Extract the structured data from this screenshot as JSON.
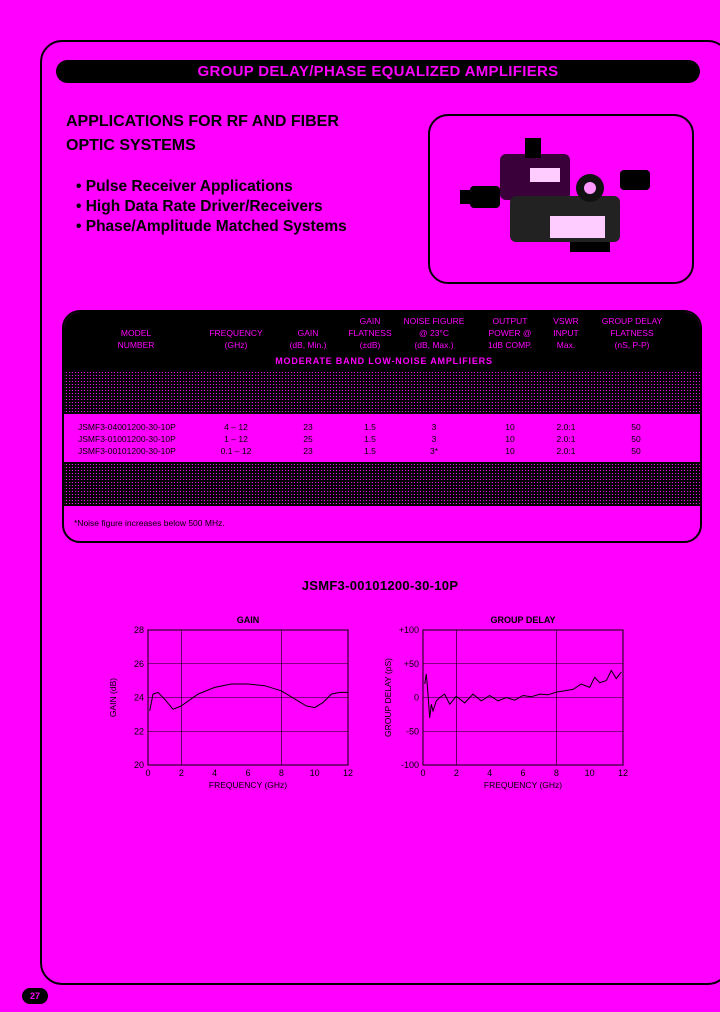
{
  "banner": "GROUP DELAY/PHASE EQUALIZED AMPLIFIERS",
  "heading": {
    "line1": "APPLICATIONS FOR RF AND FIBER",
    "line2": "OPTIC SYSTEMS"
  },
  "applications": [
    "Pulse Receiver Applications",
    "High Data Rate Driver/Receivers",
    "Phase/Amplitude Matched Systems"
  ],
  "table": {
    "headers": [
      {
        "lines": [
          "MODEL",
          "NUMBER"
        ]
      },
      {
        "lines": [
          "FREQUENCY",
          "(GHz)"
        ]
      },
      {
        "lines": [
          "GAIN",
          "(dB, Min.)"
        ]
      },
      {
        "lines": [
          "GAIN",
          "FLATNESS",
          "(±dB)"
        ]
      },
      {
        "lines": [
          "NOISE FIGURE",
          "@ 23°C",
          "(dB, Max.)"
        ]
      },
      {
        "lines": [
          "OUTPUT",
          "POWER @",
          "1dB COMP."
        ]
      },
      {
        "lines": [
          "VSWR",
          "INPUT",
          "Max."
        ]
      },
      {
        "lines": [
          "GROUP DELAY",
          "FLATNESS",
          "(nS, P-P)"
        ]
      }
    ],
    "section": "MODERATE BAND LOW-NOISE AMPLIFIERS",
    "rows": [
      [
        "JSMF3-04001200-30-10P",
        "4 – 12",
        "23",
        "1.5",
        "3",
        "10",
        "2.0:1",
        "50"
      ],
      [
        "JSMF3-01001200-30-10P",
        "1 – 12",
        "25",
        "1.5",
        "3",
        "10",
        "2.0:1",
        "50"
      ],
      [
        "JSMF3-00101200-30-10P",
        "0.1 – 12",
        "23",
        "1.5",
        "3*",
        "10",
        "2.0:1",
        "50"
      ]
    ],
    "footnote": "*Noise figure increases below 500 MHz."
  },
  "chart_title": "JSMF3-00101200-30-10P",
  "chart_data": [
    {
      "type": "line",
      "title": "GAIN",
      "xlabel": "FREQUENCY (GHz)",
      "ylabel": "GAIN (dB)",
      "xlim": [
        0,
        12
      ],
      "ylim": [
        20,
        28
      ],
      "xticks": [
        "0",
        "2",
        "4",
        "6",
        "8",
        "10",
        "12"
      ],
      "yticks": [
        "28",
        "26",
        "24",
        "22",
        "20"
      ],
      "x": [
        0.1,
        0.3,
        0.6,
        1.0,
        1.5,
        2.0,
        3.0,
        4.0,
        5.0,
        6.0,
        7.0,
        8.0,
        9.0,
        9.5,
        10.0,
        10.5,
        11.0,
        11.5,
        12.0
      ],
      "y": [
        23.2,
        24.2,
        24.3,
        23.9,
        23.3,
        23.5,
        24.2,
        24.6,
        24.8,
        24.8,
        24.7,
        24.4,
        23.8,
        23.5,
        23.4,
        23.7,
        24.2,
        24.3,
        24.3
      ]
    },
    {
      "type": "line",
      "title": "GROUP DELAY",
      "xlabel": "FREQUENCY (GHz)",
      "ylabel": "GROUP DELAY (pS)",
      "xlim": [
        0,
        12
      ],
      "ylim": [
        -100,
        100
      ],
      "xticks": [
        "0",
        "2",
        "4",
        "6",
        "8",
        "10",
        "12"
      ],
      "yticks": [
        "+100",
        "+50",
        "0",
        "-50",
        "-100"
      ],
      "x": [
        0.1,
        0.2,
        0.3,
        0.4,
        0.5,
        0.6,
        0.8,
        1.0,
        1.3,
        1.6,
        2.0,
        2.5,
        3.0,
        3.5,
        4.0,
        4.5,
        5.0,
        5.5,
        6.0,
        6.5,
        7.0,
        7.5,
        8.0,
        8.5,
        9.0,
        9.5,
        10.0,
        10.3,
        10.6,
        11.0,
        11.3,
        11.6,
        11.9
      ],
      "y": [
        20,
        35,
        5,
        -30,
        -10,
        -20,
        -5,
        0,
        5,
        -10,
        2,
        -8,
        5,
        -5,
        3,
        -5,
        0,
        -4,
        3,
        1,
        5,
        4,
        8,
        10,
        12,
        20,
        15,
        30,
        22,
        25,
        40,
        28,
        38
      ]
    }
  ],
  "page_number": "27"
}
